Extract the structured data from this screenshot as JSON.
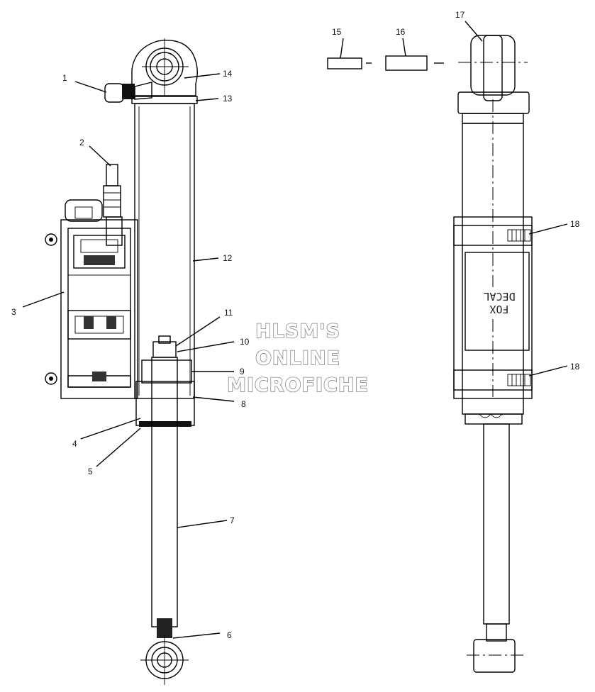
{
  "diagram": {
    "callouts": [
      "1",
      "2",
      "3",
      "4",
      "5",
      "6",
      "7",
      "8",
      "9",
      "10",
      "11",
      "12",
      "13",
      "14",
      "15",
      "16",
      "17",
      "18",
      "18"
    ],
    "watermark": [
      "HLSM'S",
      "ONLINE",
      "MICROFICHE"
    ],
    "decal_text": [
      "FOX",
      "DECAL"
    ]
  },
  "colors": {
    "line": "#000000",
    "watermark_outline": "#8a8a8a",
    "section_fill": "#c8c8c8"
  }
}
